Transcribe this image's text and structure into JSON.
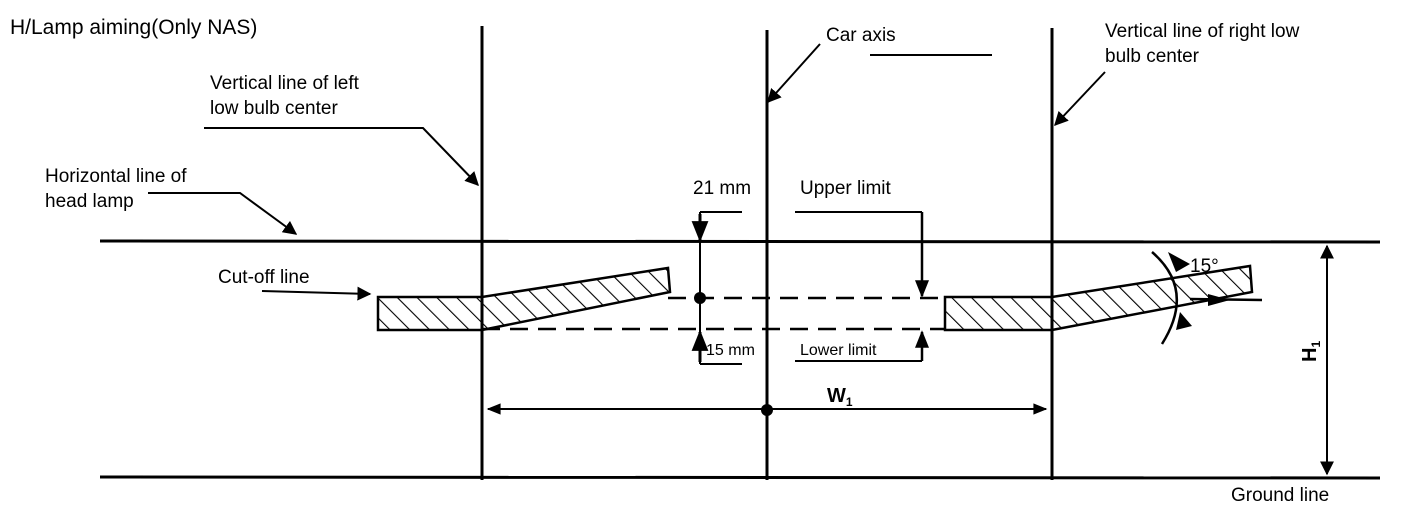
{
  "title": "H/Lamp aiming(Only NAS)",
  "labels": {
    "car_axis": "Car axis",
    "right_vertical_line_1": "Vertical line of right low",
    "right_vertical_line_2": "bulb center",
    "left_vertical_line_1": "Vertical line of left",
    "left_vertical_line_2": "low bulb center",
    "horizontal_line_1": "Horizontal line of",
    "horizontal_line_2": "head lamp",
    "cut_off_line": "Cut-off line",
    "upper_offset": "21 mm",
    "upper_limit": "Upper limit",
    "lower_offset": "15 mm",
    "lower_limit": "Lower limit",
    "angle": "15°",
    "width": "W",
    "width_sub": "1",
    "height": "H",
    "height_sub": "1",
    "ground_line": "Ground line"
  }
}
